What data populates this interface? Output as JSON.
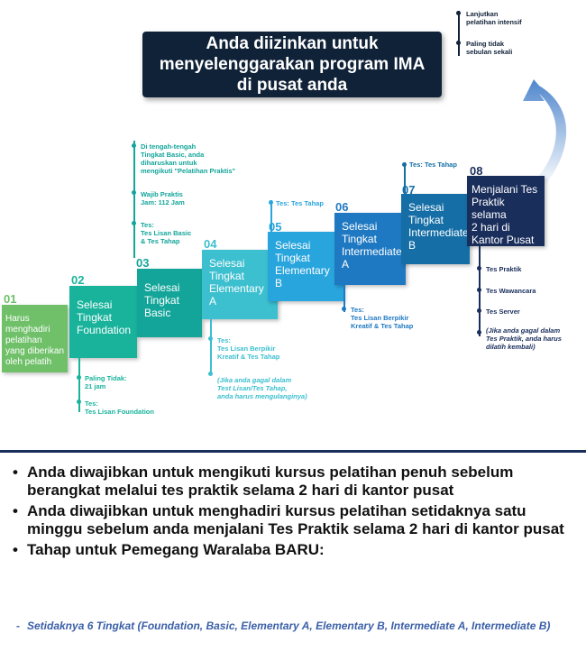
{
  "header": {
    "title": "Anda diizinkan untuk\nmenyelenggarakan program IMA\ndi pusat anda",
    "notes": [
      "Lanjutkan\npelatihan intensif",
      "Paling tidak\nsebulan sekali"
    ]
  },
  "steps": [
    {
      "num": "01",
      "label": "Harus\nmenghadiri\npelatihan\nyang diberikan\noleh pelatih"
    },
    {
      "num": "02",
      "label": "Selesai\nTingkat\nFoundation"
    },
    {
      "num": "03",
      "label": "Selesai\nTingkat\nBasic"
    },
    {
      "num": "04",
      "label": "Selesai\nTingkat\nElementary\nA"
    },
    {
      "num": "05",
      "label": "Selesai\nTingkat\nElementary\nB"
    },
    {
      "num": "06",
      "label": "Selesai\nTingkat\nIntermediate\nA"
    },
    {
      "num": "07",
      "label": "Selesai\nTingkat\nIntermediate\nB"
    },
    {
      "num": "08",
      "label": "Menjalani Tes\nPraktik selama\n2 hari di\nKantor Pusat"
    }
  ],
  "notes": {
    "s02": [
      "Paling Tidak:\n21 jam",
      "Tes:\nTes Lisan Foundation"
    ],
    "s03": [
      "Di tengah-tengah\nTingkat Basic, anda\ndiharuskan untuk\nmengikuti \"Pelatihan Praktis\"",
      "Wajib Praktis\nJam: 112 Jam",
      "Tes:\nTes Lisan Basic\n& Tes Tahap"
    ],
    "s04": [
      "Tes:\nTes Lisan Berpikir\nKreatif & Tes Tahap",
      "(Jika anda gagal dalam\nTest Lisan/Tes Tahap,\nanda harus mengulanginya)"
    ],
    "s05": [
      "Tes: Tes Tahap"
    ],
    "s06": [
      "Tes:\nTes Lisan Berpikir\nKreatif & Tes Tahap"
    ],
    "s07": [
      "Tes: Tes Tahap"
    ],
    "s08": [
      "Tes Praktik",
      "Tes Wawancara",
      "Tes Server",
      "(Jika anda gagal dalam\nTes Praktik, anda harus\ndilatih kembali)"
    ]
  },
  "bullets": [
    "Anda diwajibkan untuk mengikuti kursus pelatihan penuh sebelum berangkat melalui tes praktik selama 2 hari di kantor pusat",
    "Anda diwajibkan untuk menghadiri kursus pelatihan setidaknya satu minggu sebelum anda menjalani Tes Praktik selama 2 hari di kantor pusat",
    "Tahap untuk Pemegang Waralaba BARU:"
  ],
  "sub_bullet": "Setidaknya 6 Tingkat (Foundation, Basic, Elementary A, Elementary B, Intermediate A, Intermediate B)",
  "colors": {
    "navy": "#102238",
    "green": "#6fc069",
    "teal1": "#19b39c",
    "teal2": "#14a59a",
    "cyan": "#3cbfcf",
    "sky": "#29a5dd",
    "blue": "#1f79c2",
    "steel": "#156ea6",
    "dark": "#1a2e5c",
    "arrow": "#5b8fd0"
  }
}
